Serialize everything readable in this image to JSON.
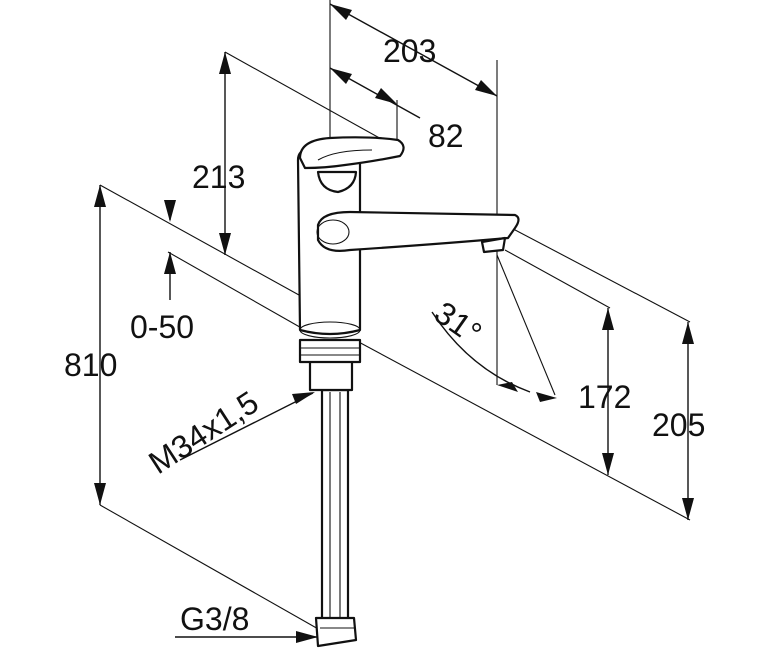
{
  "dimensions": {
    "d203": "203",
    "d82": "82",
    "d213": "213",
    "d0_50": "0-50",
    "d810": "810",
    "d31": "31°",
    "d172": "172",
    "d205": "205",
    "thread": "M34x1,5",
    "connection": "G3/8"
  },
  "colors": {
    "line": "#111111",
    "background": "#ffffff"
  }
}
